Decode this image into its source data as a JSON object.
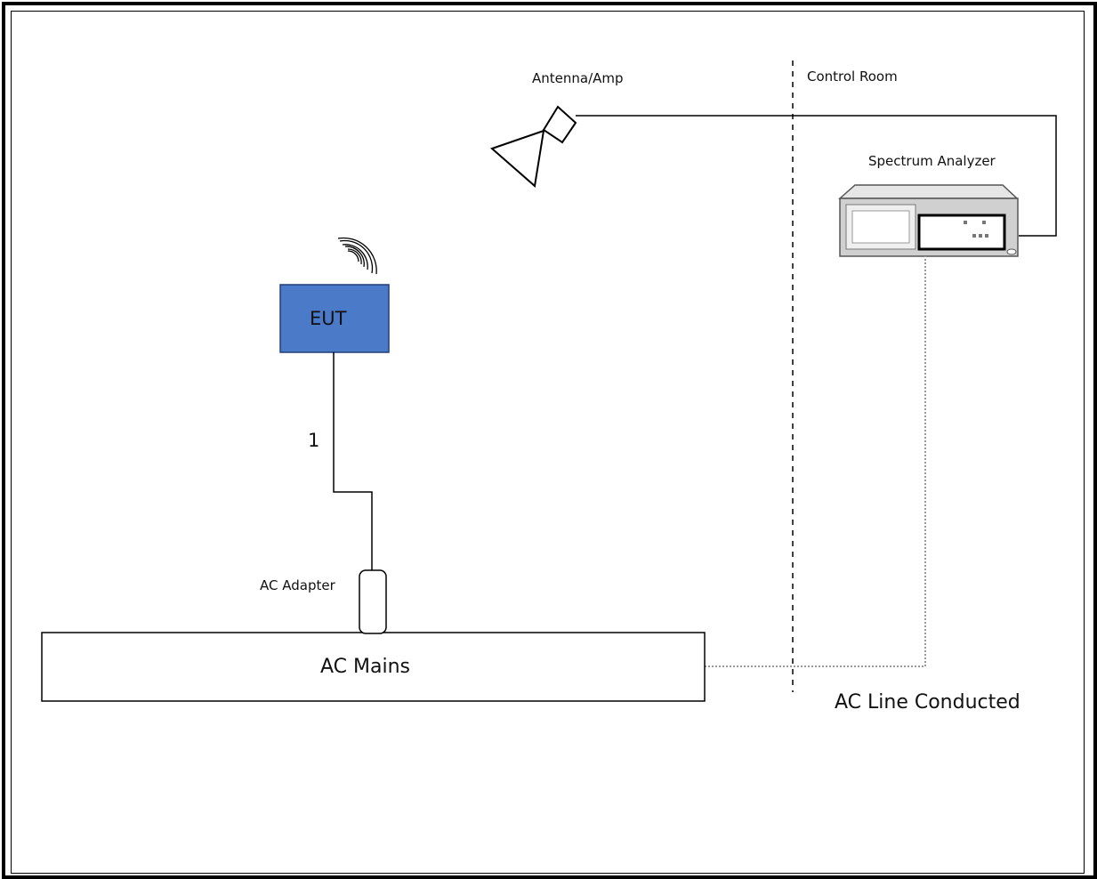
{
  "labels": {
    "antenna": "Antenna/Amp",
    "control_room": "Control Room",
    "spectrum_analyzer": "Spectrum Analyzer",
    "eut": "EUT",
    "cable_number": "1",
    "ac_adapter": "AC Adapter",
    "ac_mains": "AC Mains",
    "test_type": "AC Line Conducted"
  },
  "colors": {
    "eut_fill": "#4a7ac8",
    "line": "#000000",
    "dotted_line": "#9a9a9a",
    "analyzer_body": "#d0d0d0"
  },
  "icons": [
    "wireless-signal-icon",
    "antenna-horn-icon",
    "spectrum-analyzer-icon"
  ]
}
